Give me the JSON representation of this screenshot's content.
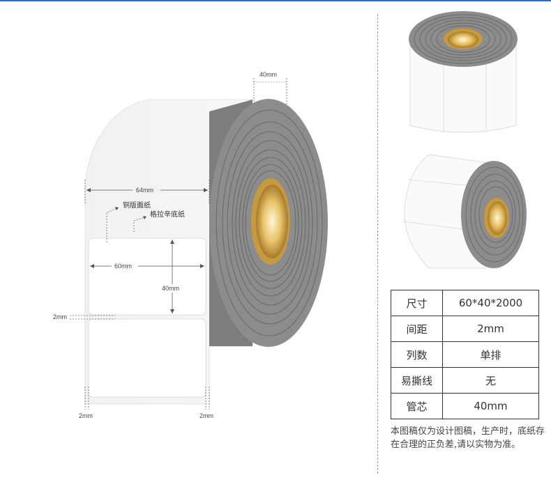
{
  "colors": {
    "accent": "#1e6fd9",
    "roll": "#8c8c8c",
    "core": "#d9a94a"
  },
  "labels": {
    "top_width": "40mm",
    "roll_width": "64mm",
    "face_material": "铜版面纸",
    "liner_material": "格拉辛底纸",
    "label_width": "60mm",
    "label_height": "40mm",
    "gap": "2mm",
    "margin_left": "2mm",
    "margin_right": "2mm"
  },
  "spec_rows": [
    {
      "key": "尺寸",
      "value": "60*40*2000"
    },
    {
      "key": "间距",
      "value": "2mm"
    },
    {
      "key": "列数",
      "value": "单排"
    },
    {
      "key": "易撕线",
      "value": "无"
    },
    {
      "key": "管芯",
      "value": "40mm"
    }
  ],
  "note": "本图稿仅为设计图稿，生产时，底纸存在合理的正负差,请以实物为准。"
}
